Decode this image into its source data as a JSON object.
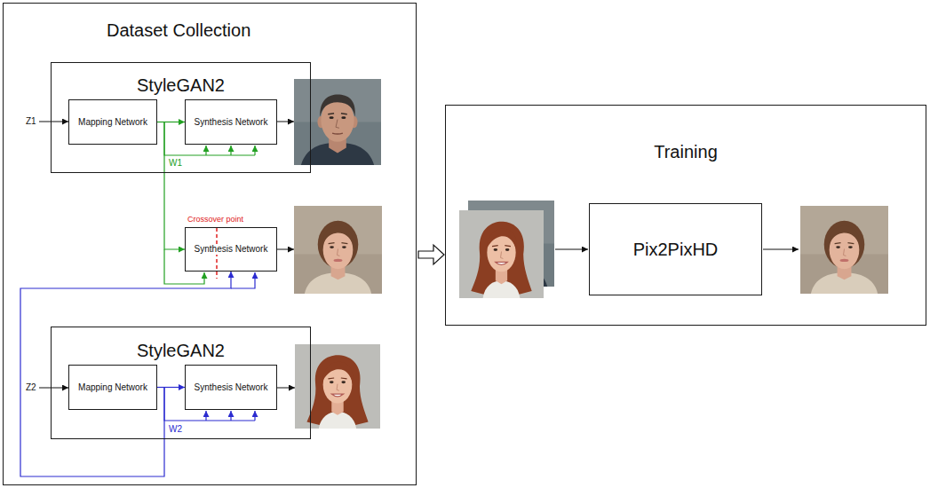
{
  "diagram": {
    "nodes": [
      {
        "text": [
          "Dataset Collection"
        ]
      },
      {
        "text": [
          "StyleGAN2"
        ],
        "in": 0
      },
      {
        "text": [
          "Mapping Network"
        ],
        "in": 1
      },
      {
        "text": [
          "Synthesis Network"
        ],
        "in": 1
      },
      {
        "text": [
          "Synthesis Network"
        ],
        "in": 0
      },
      {
        "text": [
          "StyleGAN2"
        ],
        "in": 0
      },
      {
        "text": [
          "Mapping Network"
        ],
        "in": 5
      },
      {
        "text": [
          "Synthesis Network"
        ],
        "in": 5
      },
      {
        "text": [
          "Training"
        ]
      },
      {
        "text": [
          "Pix2PixHD"
        ],
        "in": 8
      }
    ],
    "edges": [
      {
        "from": 2,
        "to": 3,
        "arrow": "to"
      },
      {
        "from": 2,
        "to": 4,
        "arrow": "to"
      },
      {
        "from": 6,
        "to": 7,
        "arrow": "to"
      },
      {
        "from": 6,
        "to": 4,
        "arrow": "to"
      },
      {
        "from": 0,
        "to": 8,
        "arrow": "to"
      }
    ],
    "labels": [
      "Z1",
      "W1",
      "Crossover point",
      "Z2",
      "W2"
    ]
  }
}
